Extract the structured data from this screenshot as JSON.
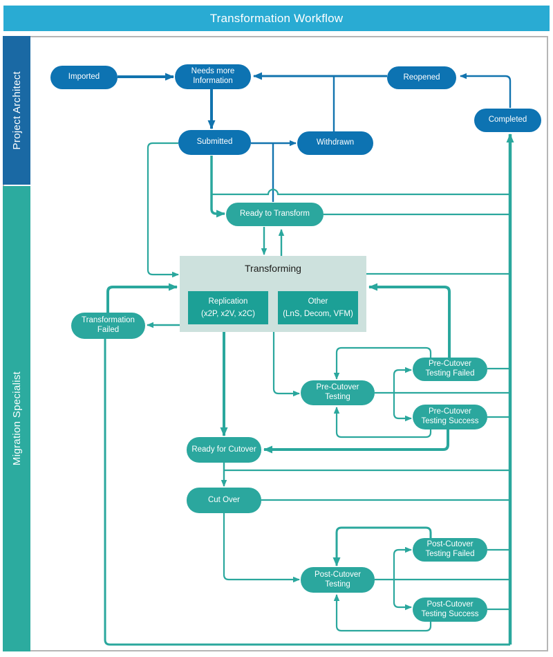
{
  "title": "Transformation Workflow",
  "lanes": {
    "project_architect": "Project Architect",
    "migration_specialist": "Migration Specialist"
  },
  "nodes": {
    "imported": "Imported",
    "needs_more_info": "Needs more Information",
    "reopened": "Reopened",
    "completed": "Completed",
    "withdrawn": "Withdrawn",
    "submitted": "Submitted",
    "ready_to_transform": "Ready to Transform",
    "transforming": "Transforming",
    "replication": "Replication",
    "replication_sub": "(x2P, x2V, x2C)",
    "other": "Other",
    "other_sub": "(LnS, Decom, VFM)",
    "transformation_failed": "Transformation Failed",
    "pre_cutover_testing": "Pre-Cutover Testing",
    "pre_cutover_testing_failed": "Pre-Cutover Testing Failed",
    "pre_cutover_testing_success": "Pre-Cutover Testing Success",
    "ready_for_cutover": "Ready for Cutover",
    "cut_over": "Cut Over",
    "post_cutover_testing": "Post-Cutover Testing",
    "post_cutover_testing_failed": "Post-Cutover Testing Failed",
    "post_cutover_testing_success": "Post-Cutover Testing Success"
  },
  "colors": {
    "title_bar": "#29abd3",
    "architect_lane": "#1a69a4",
    "architect_node": "#0d73b2",
    "architect_edge": "#1173ae",
    "specialist_lane": "#2cab9f",
    "specialist_node": "#2ba79e",
    "specialist_edge": "#2aa79d",
    "transforming_panel": "#cde1dd",
    "transforming_inner": "#1ca096",
    "frame_gray": "#b5b5b5"
  }
}
